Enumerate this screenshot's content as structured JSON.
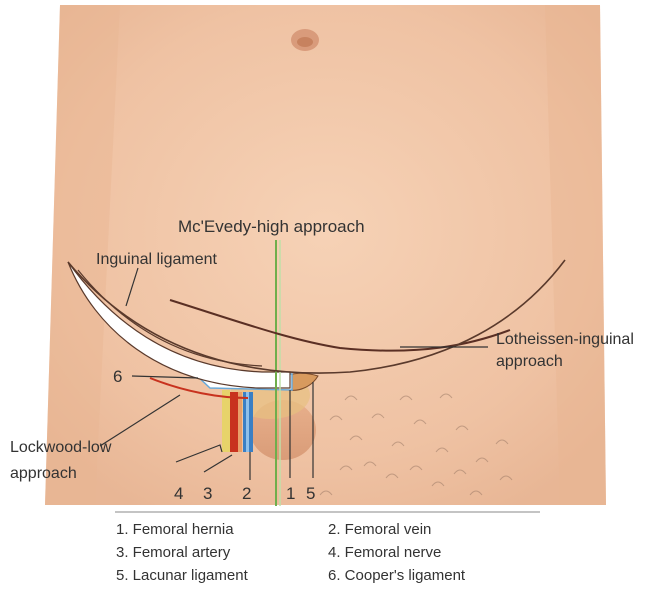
{
  "labels": {
    "mcevedy": "Mc'Evedy-high approach",
    "inguinal_ligament": "Inguinal ligament",
    "lotheissen_line1": "Lotheissen-inguinal",
    "lotheissen_line2": "approach",
    "lockwood_line1": "Lockwood-low",
    "lockwood_line2": "approach"
  },
  "numbers": {
    "n1": "1",
    "n2": "2",
    "n3": "3",
    "n4": "4",
    "n5": "5",
    "n6": "6"
  },
  "legend": [
    "1. Femoral hernia",
    "2. Femoral vein",
    "3. Femoral artery",
    "4. Femoral nerve",
    "5. Lacunar ligament",
    "6. Cooper's ligament"
  ],
  "colors": {
    "skin": "#f2c7a8",
    "skin_shadow": "#e3aa88",
    "ligament": "#ffffff",
    "artery": "#c8321e",
    "vein": "#3a7fc4",
    "nerve": "#e7d36a",
    "guideline_green": "#6fae4c",
    "line_dark": "#5a3a2c",
    "hernia": "#d89a5e"
  }
}
